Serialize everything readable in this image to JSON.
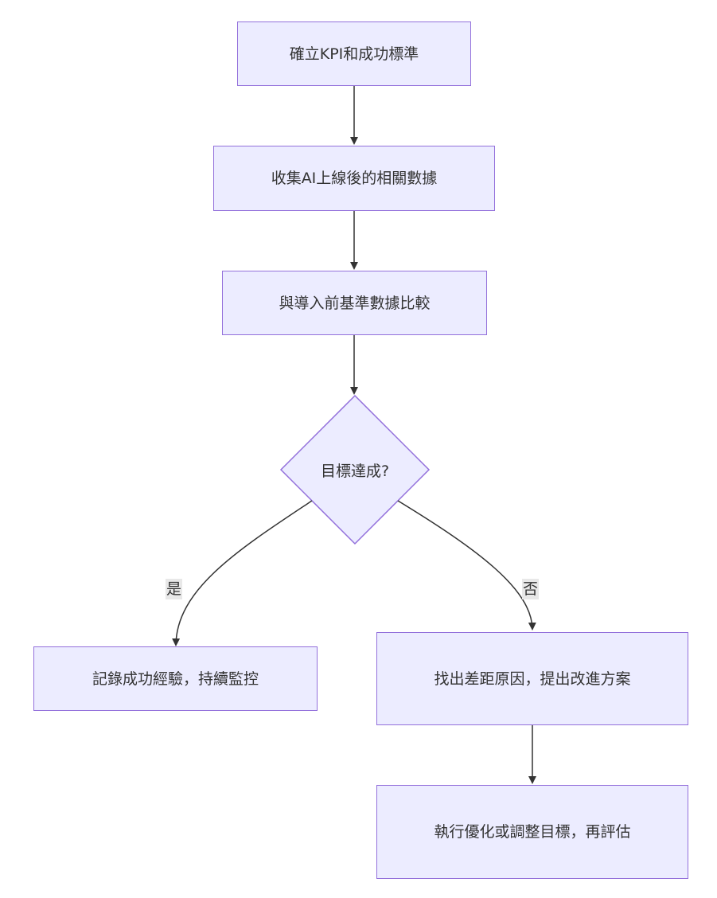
{
  "nodes": {
    "n1": "確立KPI和成功標準",
    "n2": "收集AI上線後的相關數據",
    "n3": "與導入前基準數據比較",
    "decision": "目標達成?",
    "yes_node": "記錄成功經驗，持續監控",
    "no_node": "找出差距原因，提出改進方案",
    "last_node": "執行優化或調整目標，再評估"
  },
  "edges": {
    "yes_label": "是",
    "no_label": "否"
  },
  "colors": {
    "node_fill": "#ececff",
    "node_stroke": "#9370db",
    "edge": "#333333",
    "label_bg": "#e8e8e8"
  }
}
